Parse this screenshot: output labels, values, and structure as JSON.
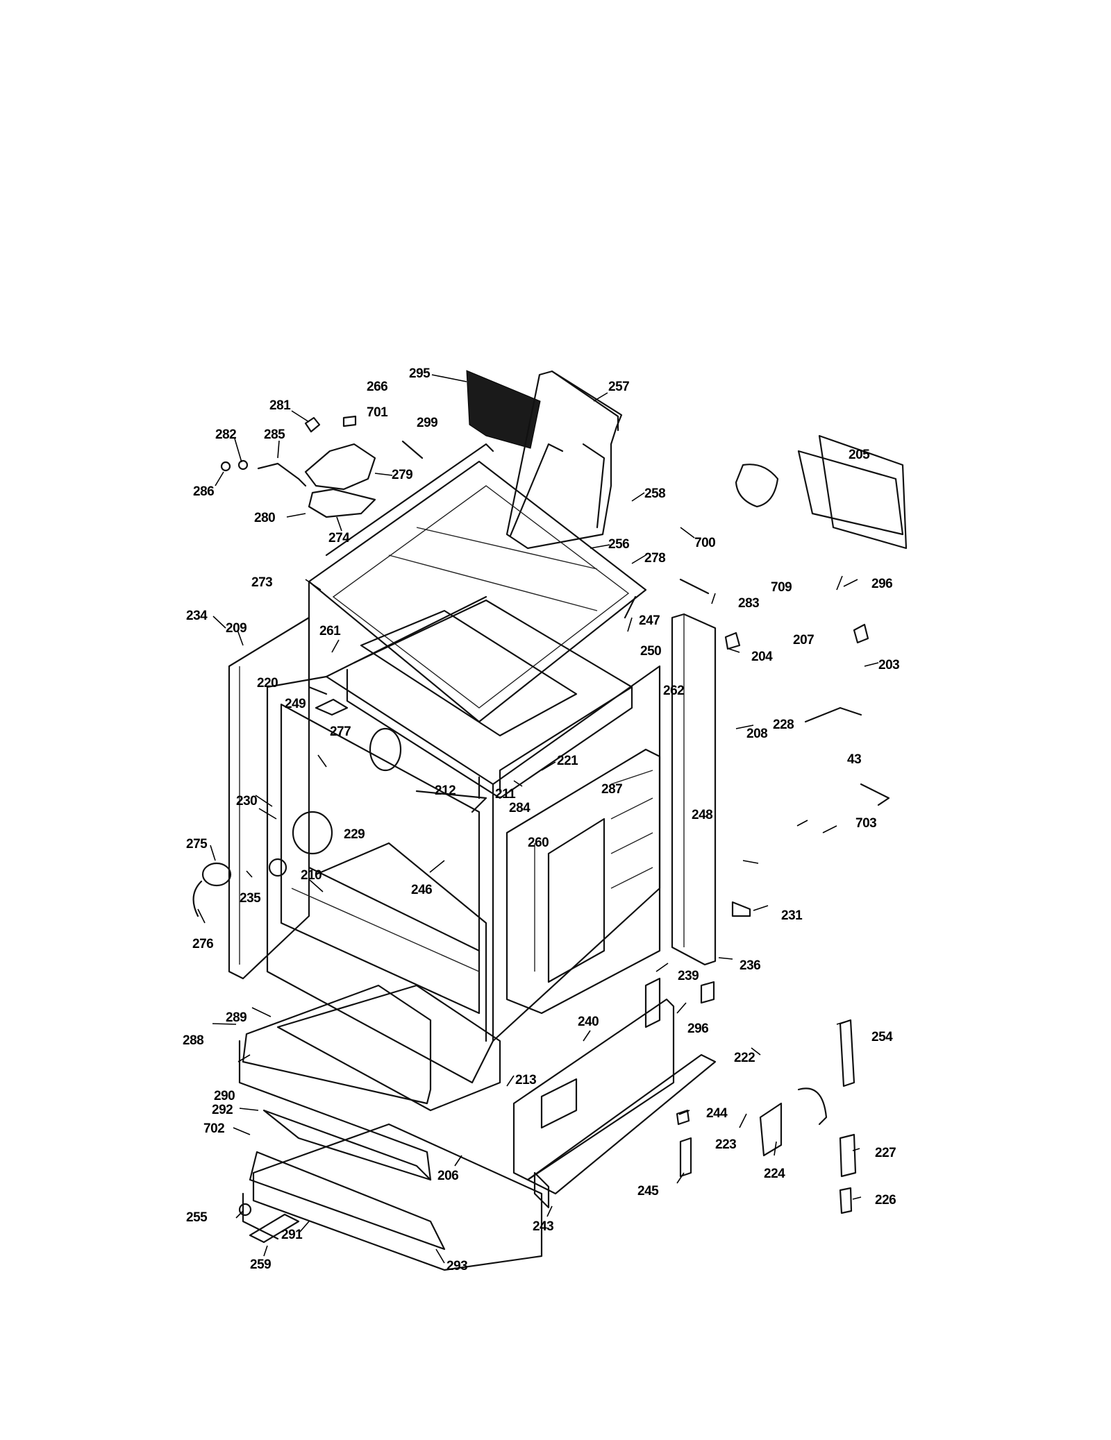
{
  "page": {
    "background": "#ffffff",
    "line_color": "#111111"
  },
  "part_labels": [
    "295",
    "266",
    "281",
    "701",
    "299",
    "257",
    "282",
    "285",
    "279",
    "286",
    "280",
    "274",
    "258",
    "700",
    "205",
    "273",
    "278",
    "256",
    "709",
    "296",
    "234",
    "209",
    "261",
    "283",
    "247",
    "207",
    "250",
    "203",
    "204",
    "220",
    "249",
    "262",
    "208",
    "228",
    "277",
    "221",
    "43",
    "212",
    "211",
    "284",
    "287",
    "230",
    "229",
    "248",
    "275",
    "260",
    "703",
    "235",
    "210",
    "246",
    "231",
    "276",
    "236",
    "239",
    "289",
    "296",
    "288",
    "240",
    "254",
    "222",
    "290",
    "213",
    "292",
    "244",
    "223",
    "227",
    "702",
    "206",
    "245",
    "224",
    "255",
    "226",
    "291",
    "243",
    "259",
    "293"
  ]
}
